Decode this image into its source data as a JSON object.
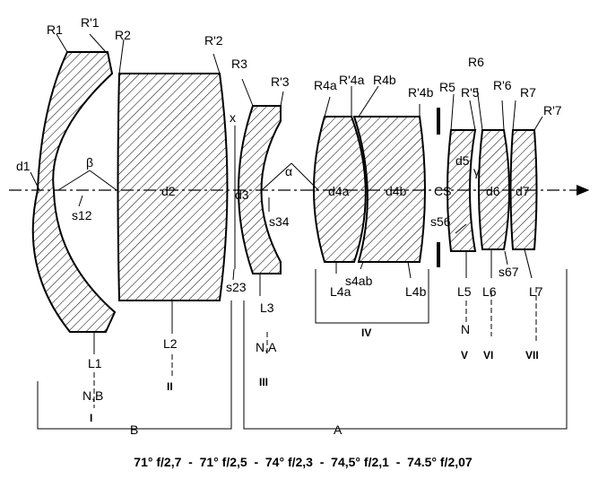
{
  "figure": {
    "caption": "71° f/2,7  -  71° f/2,5  -  74° f/2,3  -  74,5° f/2,1  -  74.5° f/2,07",
    "surface_labels": {
      "R1": "R1",
      "R1p": "R'1",
      "R2": "R2",
      "R2p": "R'2",
      "R3": "R3",
      "R3p": "R'3",
      "R4a": "R4a",
      "R4ap": "R'4a",
      "R4b": "R4b",
      "R4bp": "R'4b",
      "R5": "R5",
      "R5p": "R'5",
      "R6": "R6",
      "R6p": "R'6",
      "R7": "R7",
      "R7p": "R'7"
    },
    "thickness_labels": {
      "d1": "d1",
      "d2": "d2",
      "d3": "d3",
      "d4a": "d4a",
      "d4b": "d4b",
      "d5": "d5",
      "d6": "d6",
      "d7": "d7"
    },
    "spacing_labels": {
      "s12": "s12",
      "s23": "s23",
      "s34": "s34",
      "s4ab": "s4ab",
      "s56": "s56",
      "s67": "s67"
    },
    "angle_labels": {
      "beta": "β",
      "alpha": "α",
      "gamma": "γ",
      "x": "x",
      "cs": "CS"
    },
    "lens_labels": {
      "L1": "L1",
      "L2": "L2",
      "L3": "L3",
      "L4a": "L4a",
      "L4b": "L4b",
      "L5": "L5",
      "L6": "L6",
      "L7": "L7"
    },
    "glass_types": {
      "g1": "N,B",
      "g3": "N,A",
      "g5": "N"
    },
    "group_numerals": {
      "I": "I",
      "II": "II",
      "III": "III",
      "IV": "IV",
      "V": "V",
      "VI": "VI",
      "VII": "VII"
    },
    "bracket_labels": {
      "B": "B",
      "A": "A"
    }
  }
}
